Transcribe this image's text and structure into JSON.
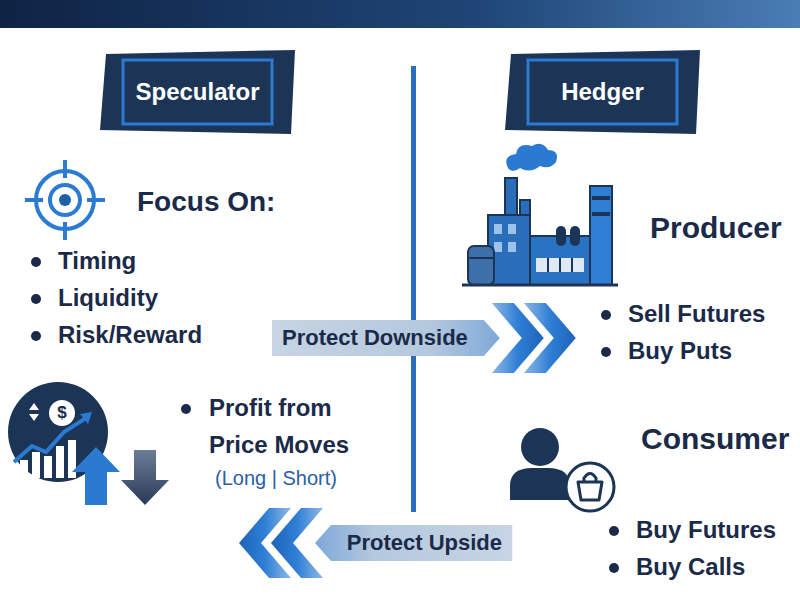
{
  "diagram": {
    "nodes": [
      {
        "text": [
          "Speculator"
        ]
      },
      {
        "text": [
          "Hedger"
        ]
      },
      {
        "text": [
          "Protect Downside"
        ]
      },
      {
        "text": [
          "Protect Upside"
        ]
      }
    ],
    "labels": [
      "Focus On:",
      "Timing",
      "Liquidity",
      "Risk/Reward",
      "Producer",
      "Sell Futures",
      "Buy Puts",
      "$",
      "Profit from Price Moves",
      "(Long | Short)",
      "Consumer",
      "Buy Futures",
      "Buy Calls"
    ]
  }
}
